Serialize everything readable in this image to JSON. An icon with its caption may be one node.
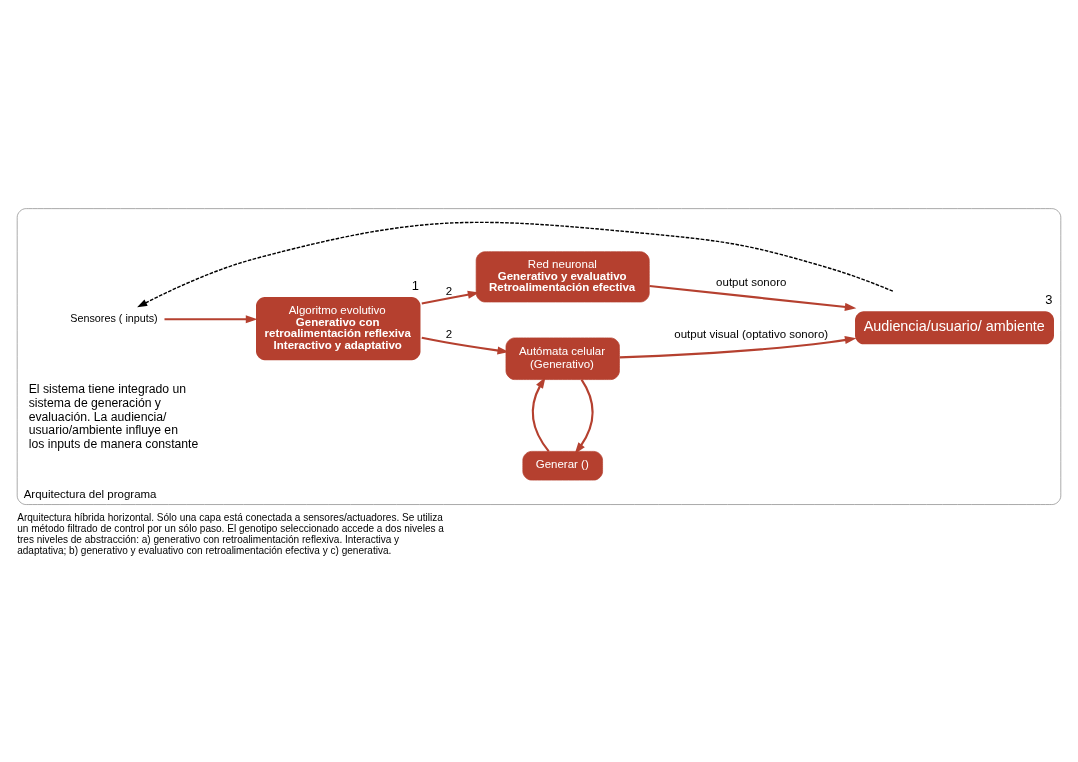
{
  "diagram": {
    "caption": "Arquitectura híbrida horizontal. Sólo una capa está conectada a sensores/actuadores. Se utiliza un método filtrado de control por un sólo paso. El genotipo seleccionado accede a dos niveles a tres niveles de abstracción: a) generativo con retroalimentación reflexiva. Interactiva y adaptativa; b) generativo y evaluativo con retroalimentación efectiva y c) generativa.",
    "nodes": [
      {
        "text": [
          "Arquitectura del programa"
        ]
      },
      {
        "text": [
          "Sensores ( inputs)"
        ],
        "in": 0
      },
      {
        "text": [
          "Algoritmo evolutivo",
          "Generativo con retroalimentación reflexiva Interactivo y adaptativo"
        ],
        "in": 0,
        "beside": [
          "1"
        ]
      },
      {
        "text": [
          "Red neuronal",
          "Generativo y evaluativo Retroalimentación efectiva"
        ],
        "in": 0
      },
      {
        "text": [
          "Audiencia/usuario/ ambiente"
        ],
        "in": 0,
        "beside": [
          "3"
        ]
      },
      {
        "text": [
          "Autómata celular (Generativo)"
        ],
        "in": 0
      },
      {
        "text": [
          "Generar ()"
        ],
        "in": 0
      }
    ],
    "edges": [
      {
        "from": 1,
        "to": 2,
        "arrow": "to"
      },
      {
        "from": 2,
        "to": 3,
        "arrow": "to",
        "label": "2"
      },
      {
        "from": 2,
        "to": 5,
        "arrow": "to",
        "label": "2"
      },
      {
        "from": 3,
        "to": 4,
        "arrow": "to",
        "label": "output sonoro"
      },
      {
        "from": 5,
        "to": 4,
        "arrow": "to",
        "label": "output visual (optativo sonoro)"
      },
      {
        "from": 5,
        "to": 6,
        "arrow": "to"
      },
      {
        "from": 6,
        "to": 5,
        "arrow": "to"
      },
      {
        "from": 4,
        "to": 1,
        "arrow": "to",
        "style": "dashed",
        "color": "#000000"
      }
    ],
    "labels": [
      "El sistema tiene integrado un sistema de generación y evaluación. La audiencia/ usuario/ambiente influye en los inputs de manera constante"
    ]
  }
}
